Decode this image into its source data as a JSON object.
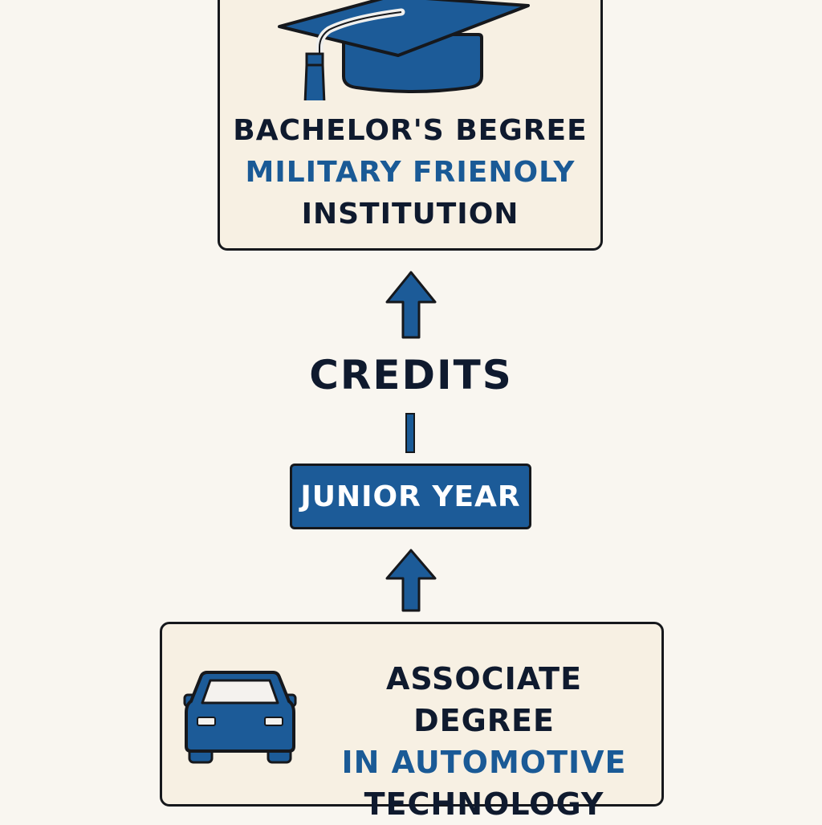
{
  "diagram": {
    "top_node": {
      "lines": [
        "BACHELOR'S BEGREE",
        "MILITARY FRIENOLY",
        "INSTITUTION"
      ],
      "icon": "graduation-cap-icon"
    },
    "connector_label": "CREDITS",
    "middle_node": {
      "label": "JUNIOR YEAR"
    },
    "bottom_node": {
      "lines": [
        "ASSOCIATE DEGREE",
        "IN AUTOMOTIVE",
        "TECHNOLOGY"
      ],
      "icon": "car-icon"
    },
    "arrows": [
      "up-arrow-icon",
      "up-arrow-icon"
    ],
    "colors": {
      "background": "#f9f6f0",
      "box_fill": "#f7f0e3",
      "accent_blue": "#1c5b98",
      "ink": "#16181c",
      "text_navy": "#0f1a2e"
    }
  }
}
